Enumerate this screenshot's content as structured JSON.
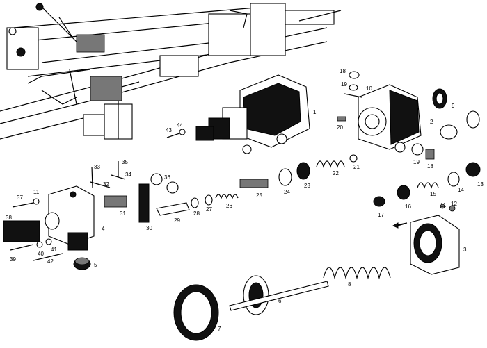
{
  "labels": {
    "n1": "1",
    "n2": "2",
    "n3": "3",
    "n4": "4",
    "n5": "5",
    "n6": "6",
    "n7": "7",
    "n8": "8",
    "n9": "9",
    "n10": "10",
    "n11": "11",
    "n11b": "11",
    "n12": "12",
    "n13": "13",
    "n14": "14",
    "n15": "15",
    "n16": "16",
    "n17": "17",
    "n18": "18",
    "n18b": "18",
    "n19": "19",
    "n19b": "19",
    "n20": "20",
    "n21": "21",
    "n22": "22",
    "n23": "23",
    "n24": "24",
    "n25": "25",
    "n26": "26",
    "n27": "27",
    "n28": "28",
    "n29": "29",
    "n30": "30",
    "n31": "31",
    "n32": "32",
    "n33": "33",
    "n34": "34",
    "n35": "35",
    "n36": "36",
    "n37": "37",
    "n38": "38",
    "n39": "39",
    "n40": "40",
    "n41": "41",
    "n42": "42",
    "n43": "43",
    "n44": "44"
  },
  "colors": {
    "ink": "#000000",
    "paper": "#ffffff",
    "shade": "#222222"
  }
}
